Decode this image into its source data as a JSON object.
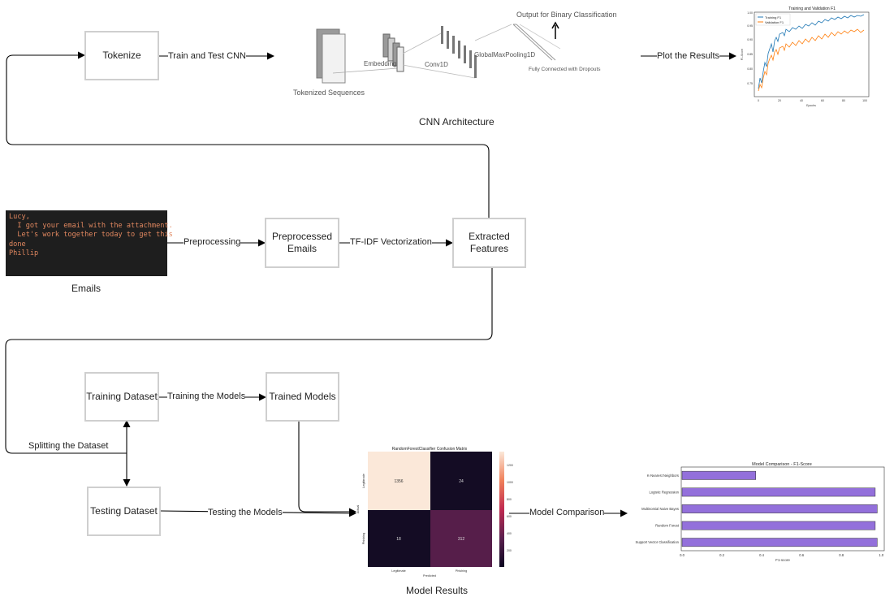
{
  "boxes": {
    "tokenize": "Tokenize",
    "preprocessed_emails": "Preprocessed Emails",
    "extracted_features": "Extracted Features",
    "training_dataset": "Training Dataset",
    "trained_models": "Trained Models",
    "testing_dataset": "Testing Dataset"
  },
  "edges": {
    "train_test_cnn": "Train and Test CNN",
    "plot_results": "Plot the Results",
    "preprocessing": "Preprocessing",
    "tfidf": "TF-IDF Vectorization",
    "training_models": "Training the Models",
    "splitting": "Splitting the Dataset",
    "testing_models": "Testing the Models",
    "model_comparison": "Model Comparison"
  },
  "captions": {
    "cnn_architecture": "CNN Architecture",
    "emails": "Emails",
    "model_results": "Model Results"
  },
  "email_lines": [
    "Lucy,",
    "  I got your email with the attachment.",
    "  Let's work together today to get this",
    "done",
    "",
    "Phillip"
  ],
  "cnn": {
    "tokenized": "Tokenized Sequences",
    "embedding": "Embedding",
    "conv": "Conv1D",
    "pooling": "GlobalMaxPooling1D",
    "output": "Output for Binary Classification",
    "dense": "Fully Connected with Dropouts"
  },
  "f1_plot": {
    "title": "Training and Validation F1",
    "xlabel": "Epochs",
    "ylabel": "F1-Score",
    "legend": [
      "Training F1",
      "Validation F1"
    ],
    "xticks": [
      "0",
      "20",
      "40",
      "60",
      "80",
      "100"
    ],
    "yticks": [
      "0.75",
      "0.80",
      "0.85",
      "0.90",
      "0.95",
      "1.00"
    ],
    "colors": [
      "#1f77b4",
      "#ff7f0e"
    ]
  },
  "confusion_matrix": {
    "title": "RandomForestClassifier Confusion Matrix",
    "cells": [
      "1356",
      "24",
      "18",
      "312"
    ],
    "xlabel": "Predicted",
    "ylabel": "Actual",
    "xticks": [
      "Legitimate",
      "Phishing"
    ],
    "yticks": [
      "Legitimate",
      "Phishing"
    ],
    "colorbar_ticks": [
      "1200",
      "1000",
      "800",
      "600",
      "400",
      "200"
    ]
  },
  "chart_data": {
    "type": "bar",
    "orientation": "horizontal",
    "title": "Model Comparison - F1-Score",
    "xlabel": "F1-score",
    "ylabel": "",
    "categories": [
      "K-Nearest Neighbors",
      "Logistic Regression",
      "Multinomial Naive Bayes",
      "Random Forest",
      "Support Vector Classification"
    ],
    "values": [
      0.37,
      0.97,
      0.98,
      0.97,
      0.98
    ],
    "xlim": [
      0,
      1.0
    ],
    "xticks": [
      "0.0",
      "0.2",
      "0.4",
      "0.6",
      "0.8",
      "1.0"
    ],
    "bar_color": "#9370db"
  }
}
